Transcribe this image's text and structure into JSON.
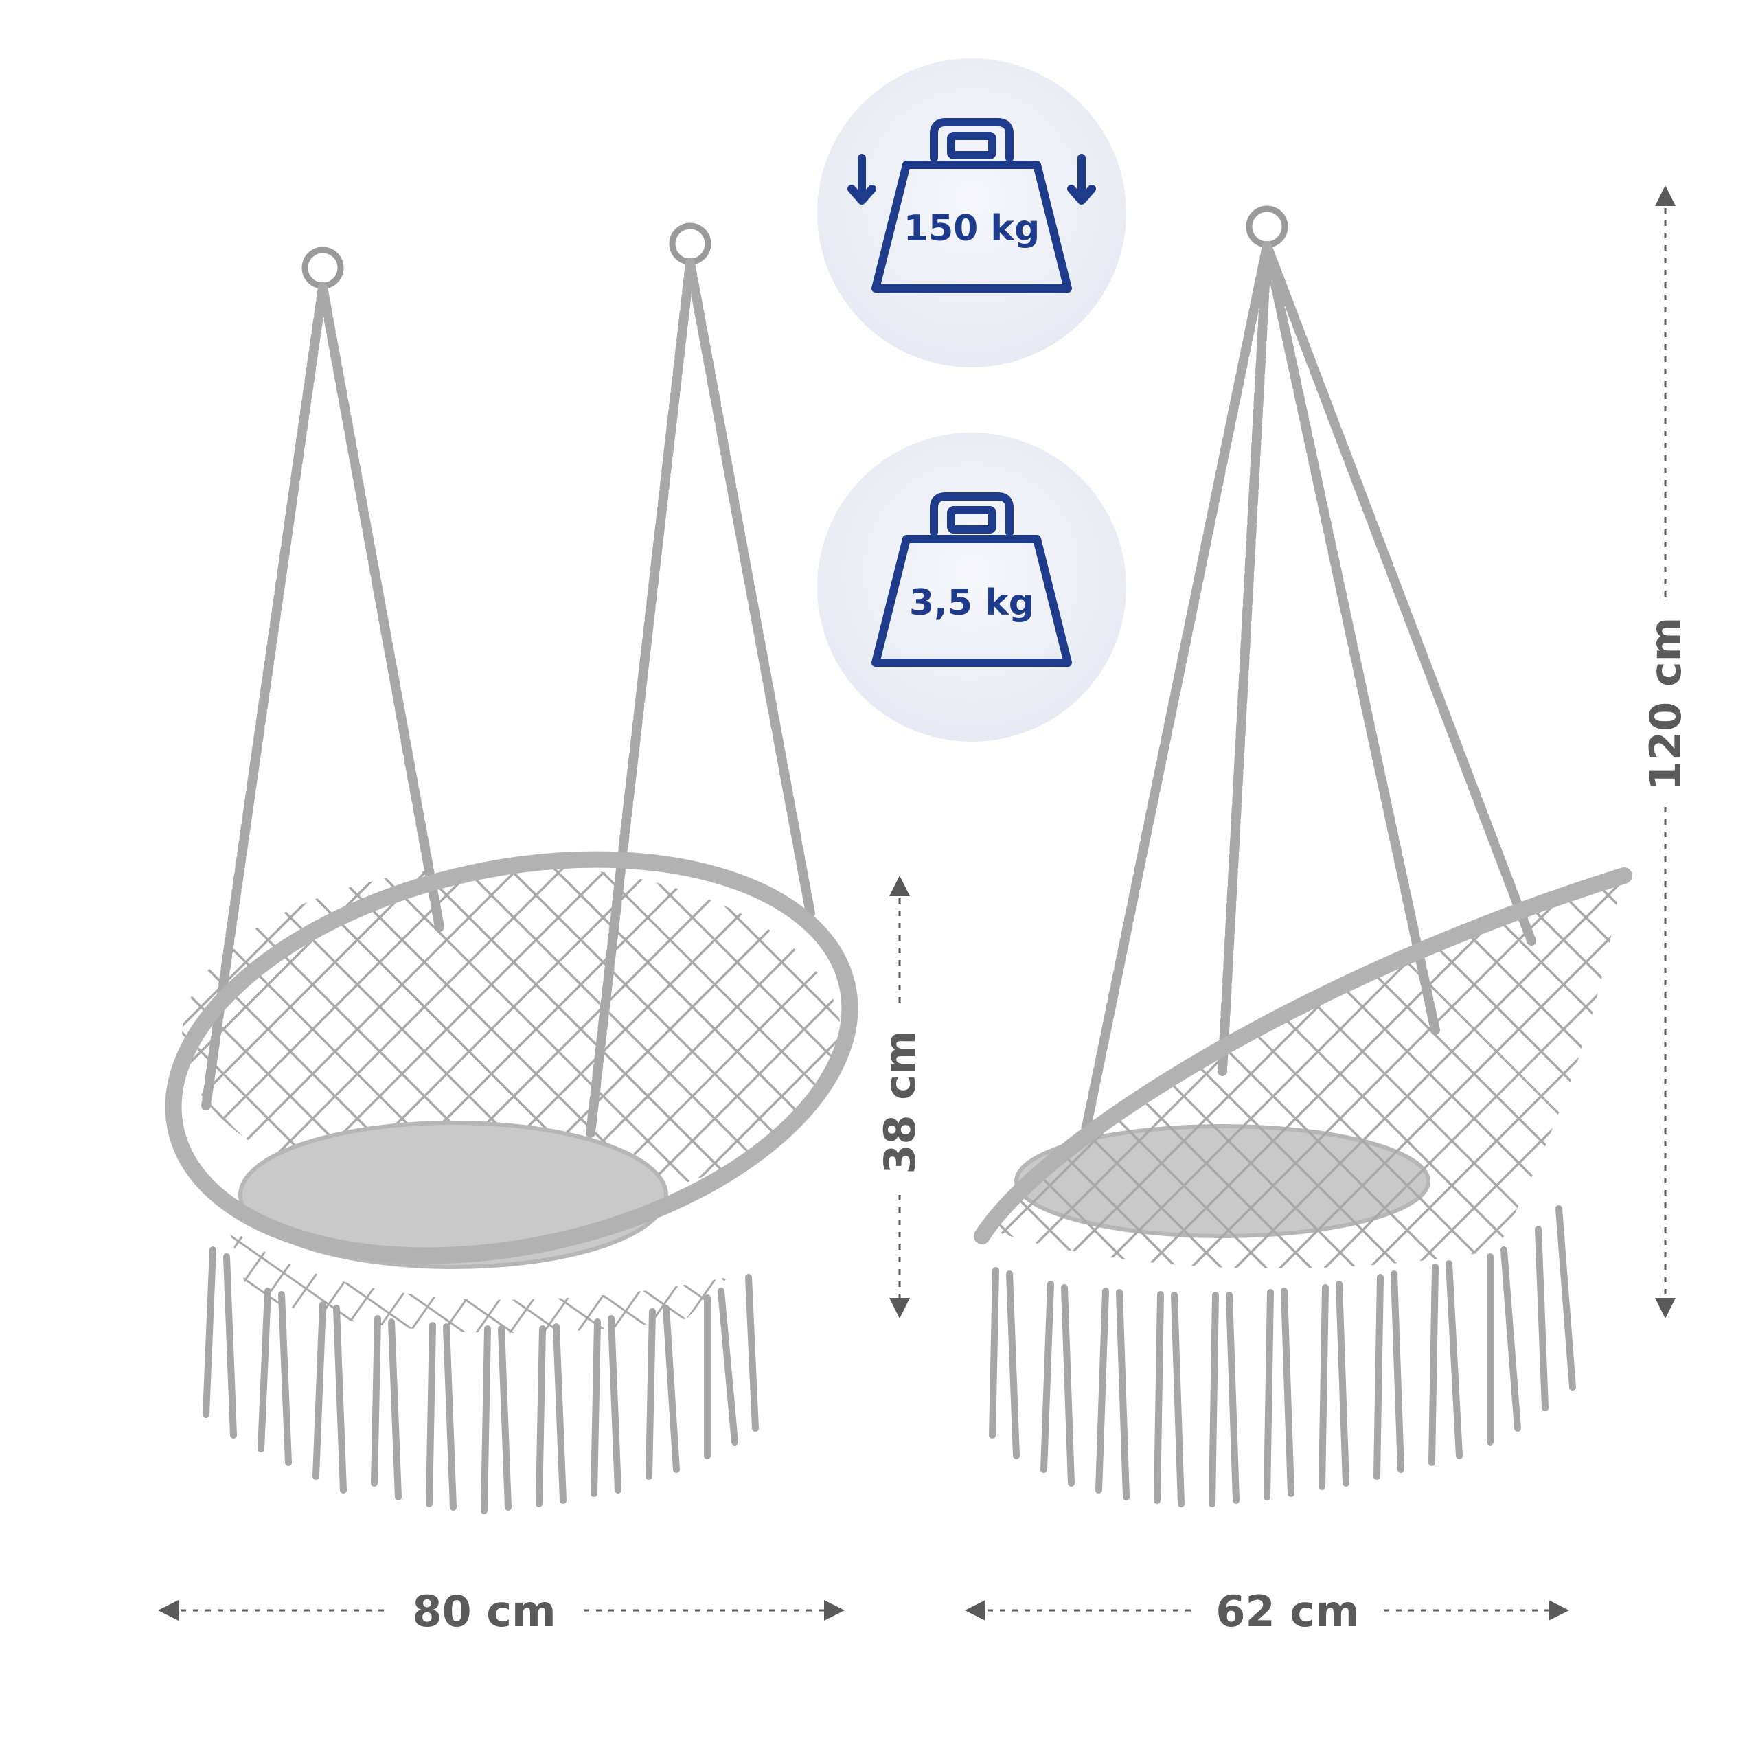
{
  "colors": {
    "rope": "#a8a8a8",
    "rope_dark": "#8e8e8e",
    "cushion": "#c9c9c9",
    "dimension_text": "#5a5a5a",
    "badge_bg": "#eef0f6",
    "badge_icon": "#1e3a8a",
    "ring": "#9a9a9a"
  },
  "badges": [
    {
      "icon": "weight-capacity-icon",
      "label": "150 kg"
    },
    {
      "icon": "weight-icon",
      "label": "3,5 kg"
    }
  ],
  "dimensions": {
    "front_width": "80 cm",
    "side_depth": "62 cm",
    "seat_height": "38 cm",
    "total_height": "120 cm"
  }
}
